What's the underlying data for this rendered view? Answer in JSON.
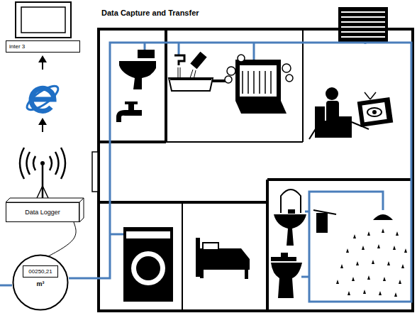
{
  "diagram": {
    "title": "Data Capture and Transfer",
    "nodes": [
      {
        "text": [
          "inter 3"
        ]
      },
      {
        "text": [
          "Data Logger"
        ]
      },
      {
        "text": [
          "m³"
        ]
      },
      {
        "text": [
          "00250,21"
        ],
        "in": 2
      }
    ],
    "edges": [
      {
        "from": 2,
        "to": 1,
        "arrow": "none"
      }
    ]
  }
}
